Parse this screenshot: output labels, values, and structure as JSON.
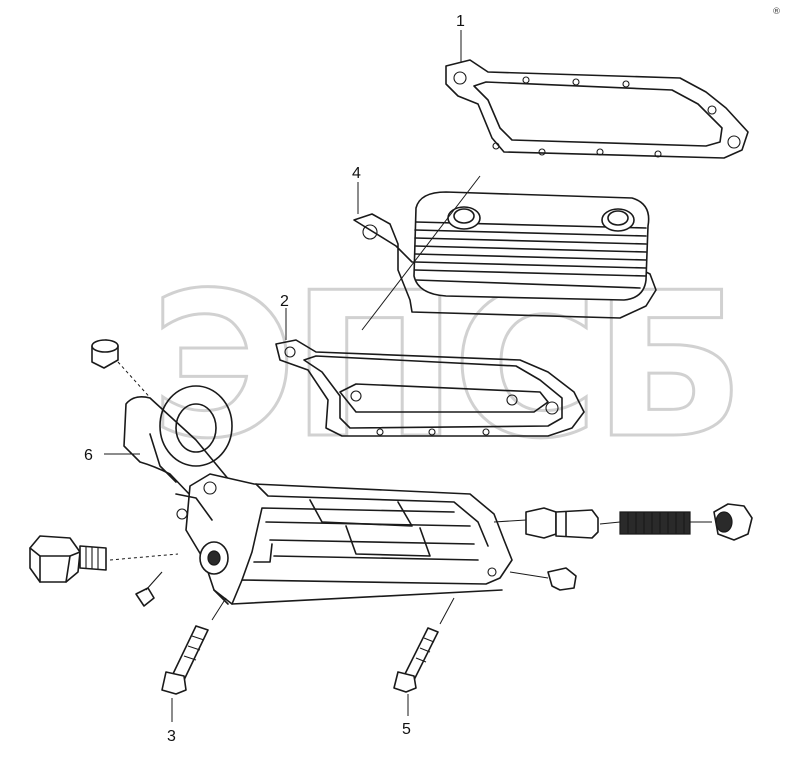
{
  "diagram": {
    "callouts": [
      {
        "id": "1",
        "label": "1",
        "part": "gasket"
      },
      {
        "id": "2",
        "label": "2",
        "part": "gasket"
      },
      {
        "id": "3",
        "label": "3",
        "part": "bolt"
      },
      {
        "id": "4",
        "label": "4",
        "part": "oil-cooler-core"
      },
      {
        "id": "5",
        "label": "5",
        "part": "bolt"
      },
      {
        "id": "6",
        "label": "6",
        "part": "gasket"
      }
    ],
    "watermark": "ЭПСБ",
    "corner_mark": "®",
    "colors": {
      "line": "#1a1a1a",
      "watermark": "#9a9a9a",
      "background": "#ffffff"
    }
  }
}
